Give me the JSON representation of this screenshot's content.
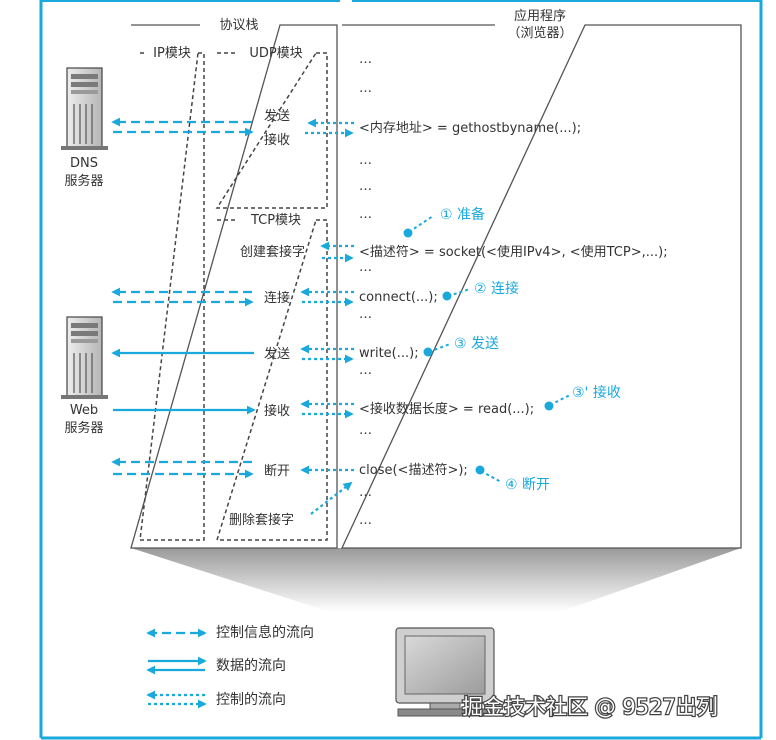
{
  "protocol_stack": {
    "title": "协议栈",
    "ip_module": "IP模块",
    "udp_module": "UDP模块",
    "tcp_module": "TCP模块",
    "udp_send": "发送",
    "udp_receive": "接收",
    "create_socket": "创建套接字",
    "connect": "连接",
    "tcp_send": "发送",
    "tcp_receive": "接收",
    "disconnect": "断开",
    "delete_socket": "删除套接字"
  },
  "application": {
    "title_line1": "应用程序",
    "title_line2": "（浏览器）",
    "ellipsis": "…",
    "lines": {
      "gethostbyname": "<内存地址> = gethostbyname(...);",
      "socket": "<描述符> = socket(<使用IPv4>, <使用TCP>,...);",
      "connect": "connect(...);",
      "write": "write(...);",
      "read": "<接收数据长度> = read(...);",
      "close": "close(<描述符>);"
    }
  },
  "steps": {
    "step1": "① 准备",
    "step2": "② 连接",
    "step3": "③ 发送",
    "step3b": "③' 接收",
    "step4": "④ 断开"
  },
  "servers": {
    "dns_line1": "DNS",
    "dns_line2": "服务器",
    "web_line1": "Web",
    "web_line2": "服务器"
  },
  "legend": {
    "control_info_flow": "控制信息的流向",
    "data_flow": "数据的流向",
    "control_flow": "控制的流向"
  },
  "watermark": "掘金技术社区 @ 9527出列",
  "colors": {
    "accent": "#1aa9dd",
    "box_border": "#555555",
    "text": "#333333"
  }
}
